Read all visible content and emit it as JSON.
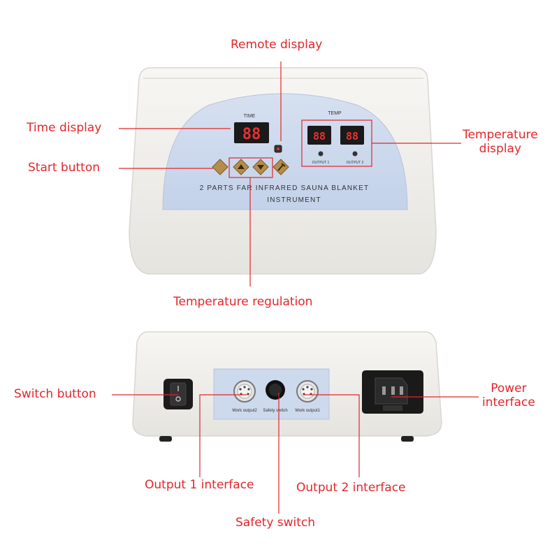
{
  "colors": {
    "annotation": "#e3262b",
    "device_body": "#f1efeb",
    "panel": "#cdd9ec",
    "display_bg": "#1a1a1a",
    "display_digits": "#e8312f"
  },
  "front_panel": {
    "time_label": "TIME",
    "temp_label": "TEMP",
    "time_readout": "88",
    "temp_readout_1": "88",
    "temp_readout_2": "88",
    "output_1_label": "OUTPUT 1",
    "output_2_label": "OUTPUT 2",
    "product_name_line1": "2 PARTS FAR INFRARED SAUNA BLANKET",
    "product_name_line2": "INSTRUMENT"
  },
  "back_panel": {
    "port_left_label": "Work output2",
    "safety_label": "Safety switch",
    "port_right_label": "Work output1"
  },
  "callouts": {
    "remote_display": "Remote display",
    "time_display": "Time display",
    "start_button": "Start button",
    "temperature_display": [
      "Temperature",
      "display"
    ],
    "temperature_regulation": "Temperature regulation",
    "switch_button": "Switch button",
    "power_interface": [
      "Power",
      "interface"
    ],
    "output_1_interface": "Output 1 interface",
    "output_2_interface": "Output 2 interface",
    "safety_switch": "Safety switch"
  }
}
